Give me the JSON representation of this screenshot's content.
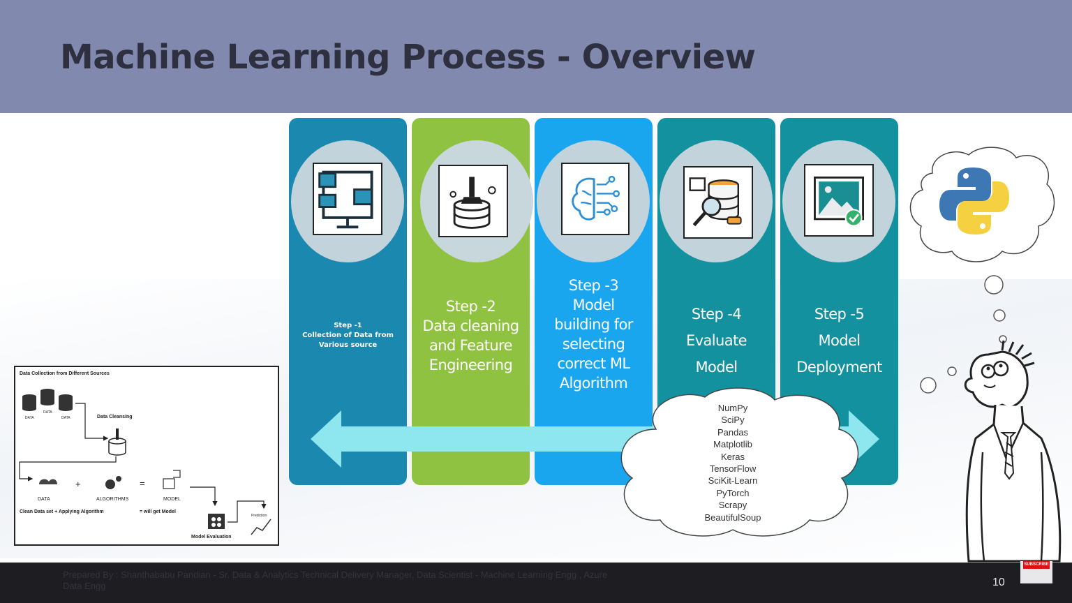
{
  "slide": {
    "title": "Machine Learning Process - Overview",
    "page_number": "10"
  },
  "steps": [
    {
      "id": "step1",
      "lines": [
        "Step -1",
        "Collection of Data from",
        "Various source"
      ],
      "color": "#1b88b0",
      "icon": "network-monitor-icon"
    },
    {
      "id": "step2",
      "lines": [
        "Step -2",
        "Data cleaning",
        "and Feature",
        "Engineering"
      ],
      "color": "#8fc241",
      "icon": "database-cleaning-icon"
    },
    {
      "id": "step3",
      "lines": [
        "Step -3",
        "Model",
        "building for",
        "selecting",
        "correct ML",
        "Algorithm"
      ],
      "color": "#1aa6ef",
      "icon": "brain-circuit-icon"
    },
    {
      "id": "step4",
      "lines": [
        "Step -4",
        "Evaluate",
        "Model"
      ],
      "color": "#13919f",
      "icon": "data-analysis-icon"
    },
    {
      "id": "step5",
      "lines": [
        "Step -5",
        "Model",
        "Deployment"
      ],
      "color": "#13919f",
      "icon": "image-check-icon"
    }
  ],
  "tools": [
    "NumPy",
    "SciPy",
    "Pandas",
    "Matplotlib",
    "Keras",
    "TensorFlow",
    "SciKit-Learn",
    "PyTorch",
    "Scrapy",
    "BeautifulSoup"
  ],
  "diagram": {
    "title": "Data Collection from Different Sources",
    "db_labels": [
      "DATA",
      "DATA",
      "DATA"
    ],
    "cleansing_label": "Data Cleansing",
    "data_label": "DATA",
    "plus_sign": "+",
    "algorithms_label": "ALGORITHMS",
    "equals_sign": "=",
    "model_label": "MODEL",
    "clean_note": "Clean Data set  + Applying Algorithm",
    "model_note": "=  will get Model",
    "prediction_label": "Prediction",
    "evaluation_label": "Model Evaluation"
  },
  "footer": {
    "credit": "Prepared By : Shanthababu Pandian - Sr. Data & Analytics Technical Delivery Manager, Data Scientist - Machine Learning Engg , Azure Data Engg"
  },
  "subscribe_badge": "SUBSCRIBE",
  "colors": {
    "title_bar": "#8189af",
    "arrow": "#8ee6ef",
    "footer": "#1d1d22"
  }
}
